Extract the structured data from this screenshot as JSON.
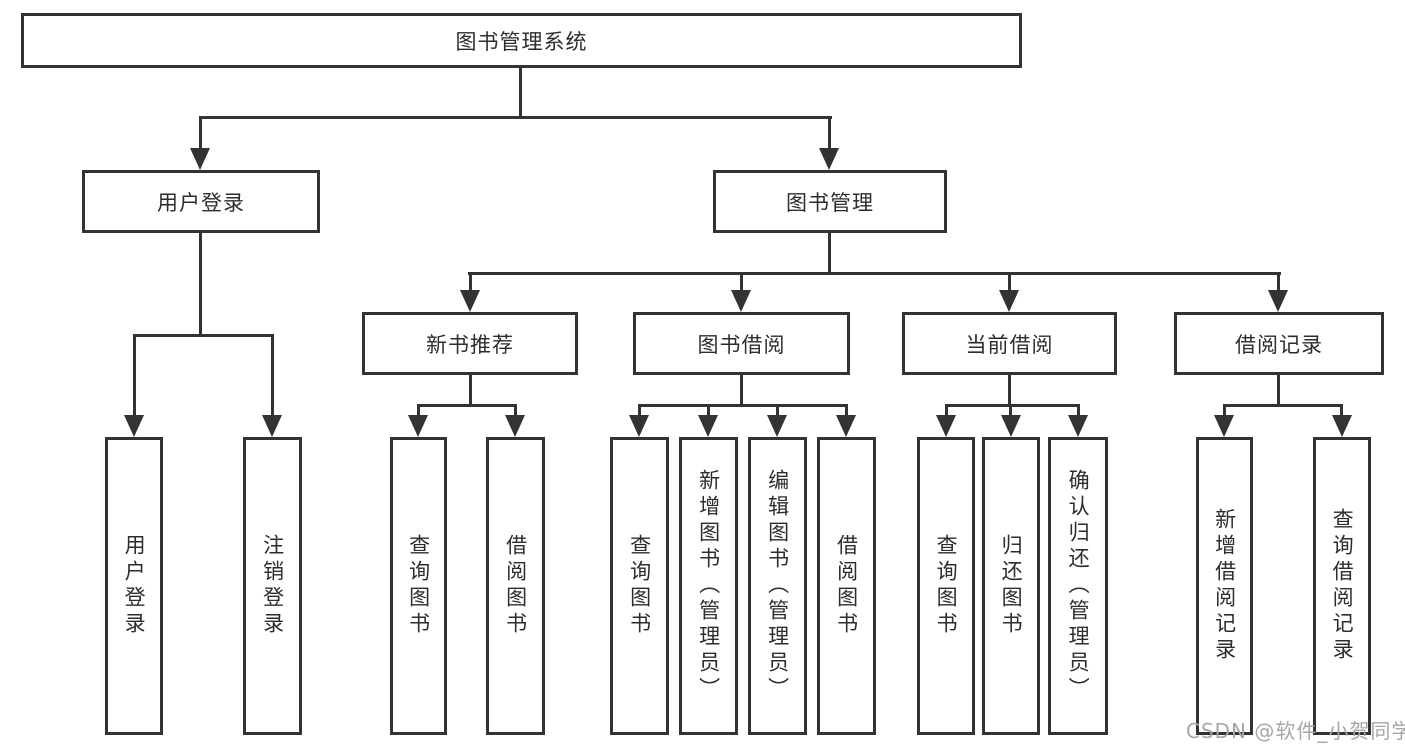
{
  "diagram": {
    "root": {
      "label": "图书管理系统"
    },
    "branches": [
      {
        "label": "用户登录",
        "children": [
          {
            "label": "用户登录"
          },
          {
            "label": "注销登录"
          }
        ]
      },
      {
        "label": "图书管理",
        "children": [
          {
            "label": "新书推荐",
            "children": [
              {
                "label": "查询图书"
              },
              {
                "label": "借阅图书"
              }
            ]
          },
          {
            "label": "图书借阅",
            "children": [
              {
                "label": "查询图书"
              },
              {
                "label": "新增图书（管理员）"
              },
              {
                "label": "编辑图书（管理员）"
              },
              {
                "label": "借阅图书"
              }
            ]
          },
          {
            "label": "当前借阅",
            "children": [
              {
                "label": "查询图书"
              },
              {
                "label": "归还图书"
              },
              {
                "label": "确认归还（管理员）"
              }
            ]
          },
          {
            "label": "借阅记录",
            "children": [
              {
                "label": "新增借阅记录"
              },
              {
                "label": "查询借阅记录"
              }
            ]
          }
        ]
      }
    ]
  },
  "colors": {
    "background": "#ffffff",
    "line": "#333333",
    "border": "#333333",
    "text": "#2d2d2d",
    "watermark": "#a6a6a6"
  },
  "watermark": {
    "text": "CSDN @软件_小贺同学"
  }
}
